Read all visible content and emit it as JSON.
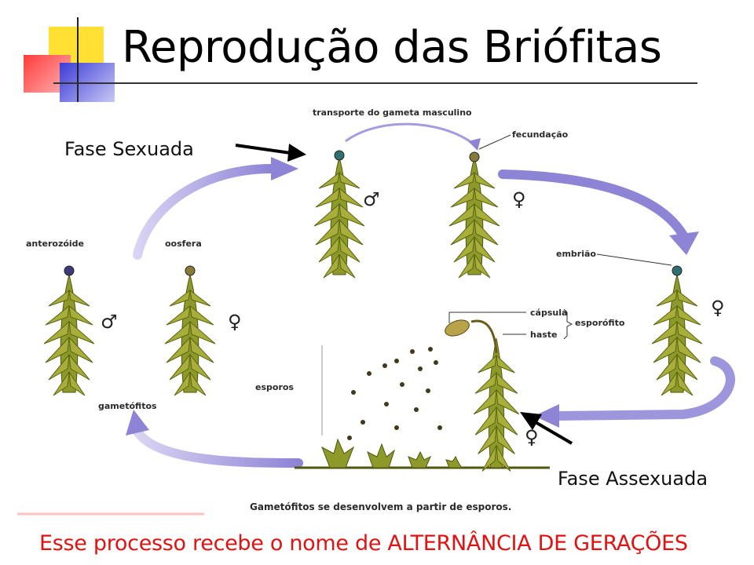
{
  "slide": {
    "title": "Reprodução das Briófitas",
    "footer": "Esse processo recebe o nome de ALTERNÂNCIA DE GERAÇÕES"
  },
  "phases": {
    "sexual": "Fase Sexuada",
    "asexual": "Fase Assexuada"
  },
  "figure": {
    "labels": {
      "transport": "transporte do gameta masculino",
      "fertilization": "fecundação",
      "embryo": "embrião",
      "antherozoid": "anterozóide",
      "oosphere": "oosfera",
      "capsule": "cápsula",
      "stalk": "haste",
      "sporophyte": "esporófito",
      "spores": "esporos",
      "gametophytes": "gametófitos",
      "caption": "Gametófitos se desenvolvem a partir de esporos."
    },
    "symbols": {
      "male": "♂",
      "female": "♀"
    }
  },
  "colors": {
    "accent_yellow": "#ffe033",
    "accent_red": "#ff3b3b",
    "accent_blue": "#3b3bd8",
    "cycle_arrow": "#8e84d6",
    "plant_green": "#7d8a22",
    "footer_text": "#e31212"
  }
}
